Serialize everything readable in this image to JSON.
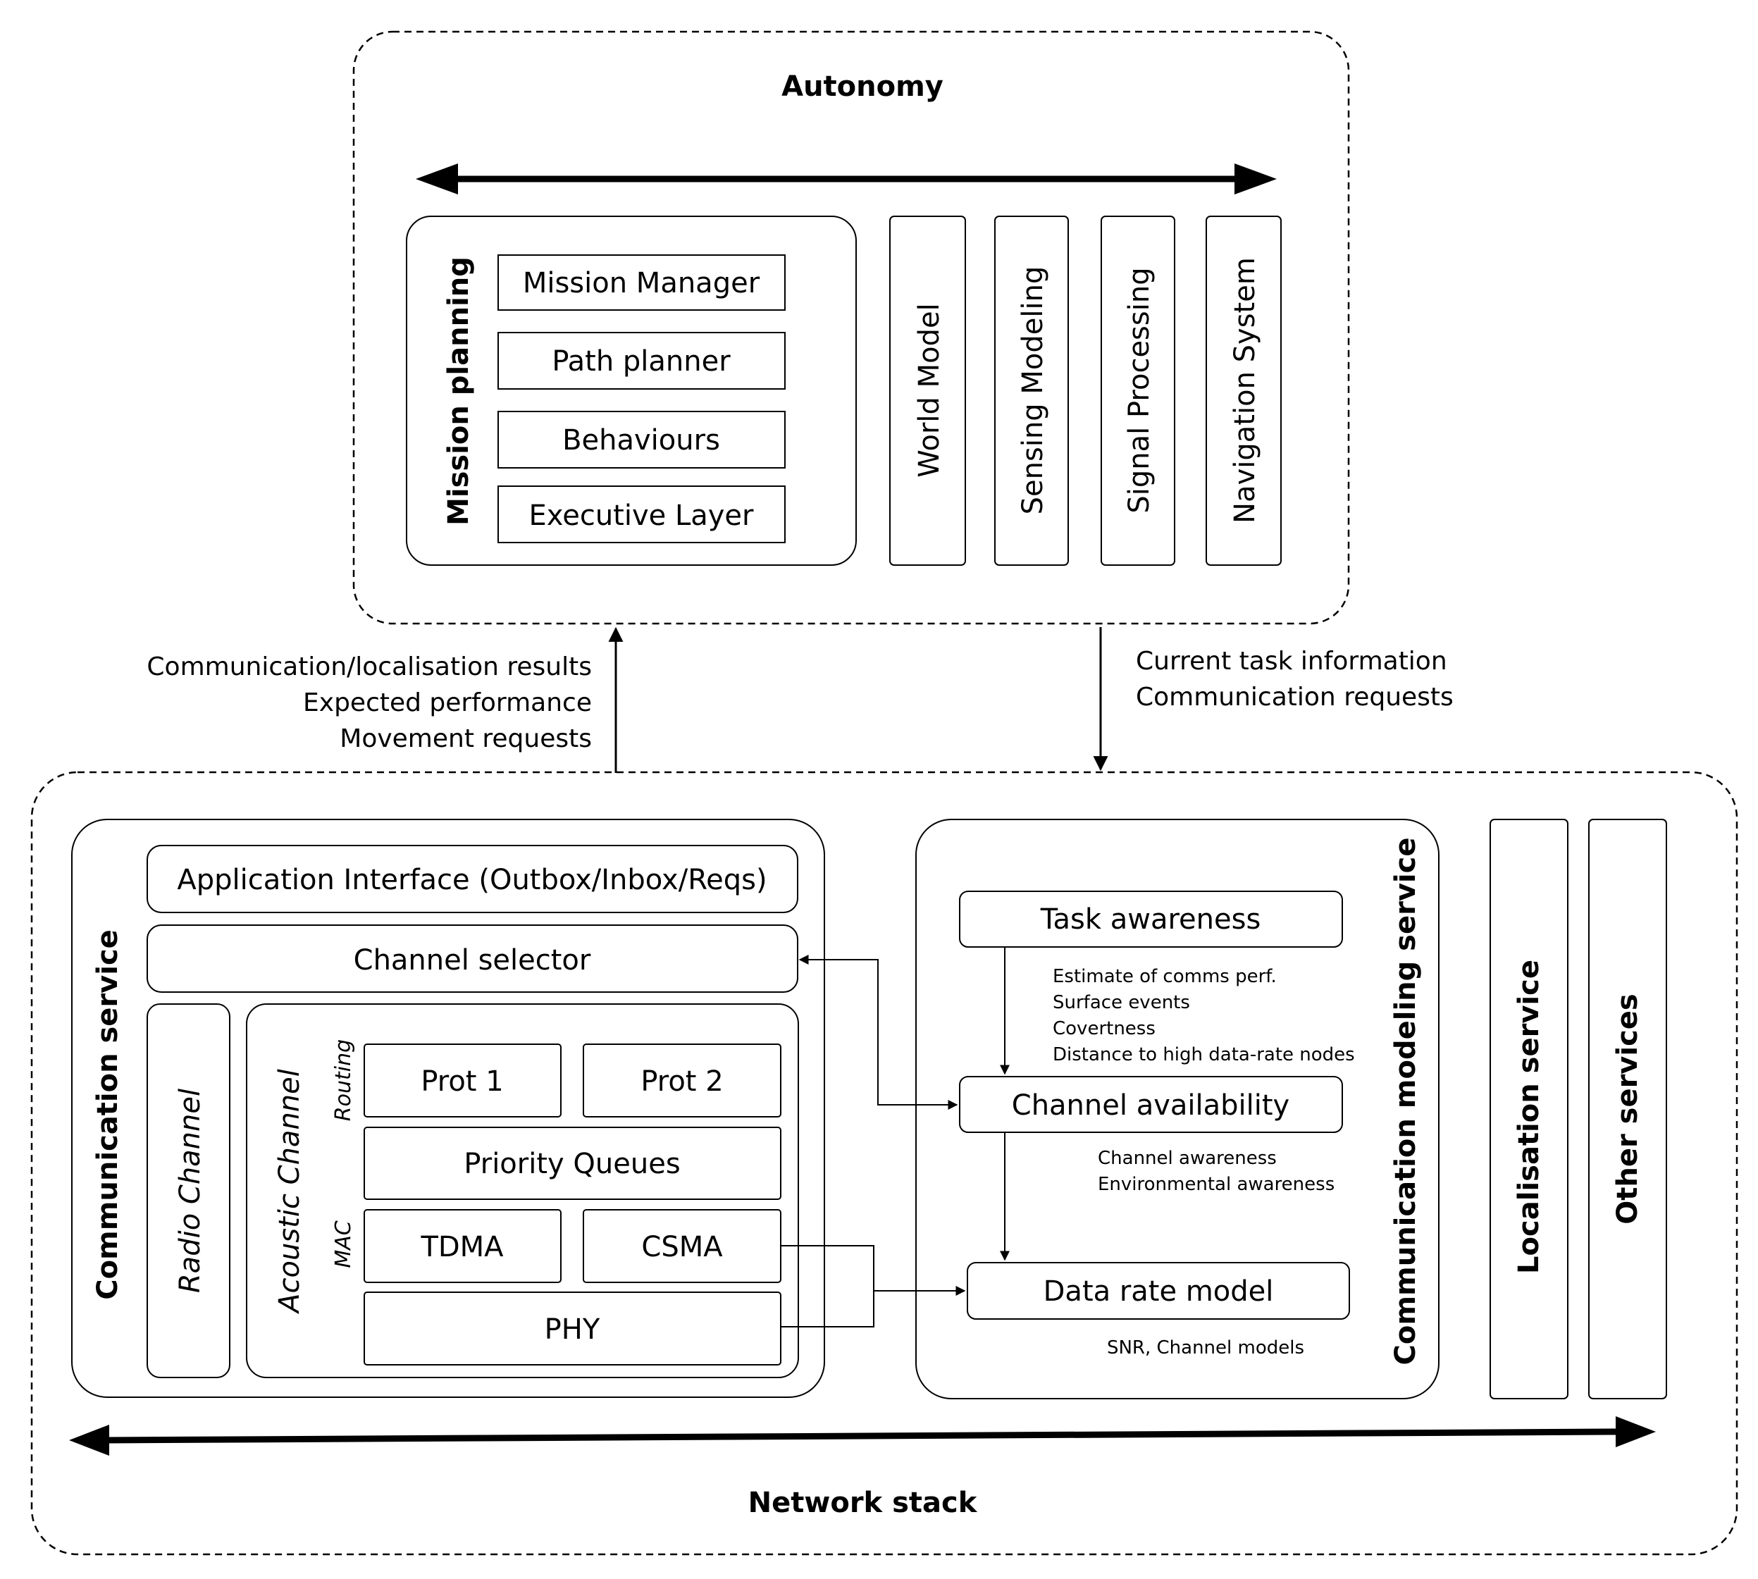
{
  "autonomy": {
    "title": "Autonomy",
    "mission_planning": {
      "title": "Mission planning",
      "items": [
        "Mission Manager",
        "Path planner",
        "Behaviours",
        "Executive Layer"
      ]
    },
    "modules": [
      "World Model",
      "Sensing Modeling",
      "Signal Processing",
      "Navigation System"
    ]
  },
  "up_flow": {
    "lines": [
      "Communication/localisation results",
      "Expected performance",
      "Movement requests"
    ]
  },
  "down_flow": {
    "lines": [
      "Current task information",
      "Communication requests"
    ]
  },
  "network_stack": {
    "title": "Network stack",
    "communication_service": {
      "title": "Communication service",
      "app_interface": "Application Interface (Outbox/Inbox/Reqs)",
      "channel_selector": "Channel selector",
      "radio_channel": "Radio Channel",
      "acoustic_channel": {
        "title": "Acoustic Channel",
        "routing_label": "Routing",
        "mac_label": "MAC",
        "prot1": "Prot 1",
        "prot2": "Prot 2",
        "priority_queues": "Priority Queues",
        "tdma": "TDMA",
        "csma": "CSMA",
        "phy": "PHY"
      }
    },
    "comm_modeling_service": {
      "title": "Communication modeling service",
      "task_awareness": "Task awareness",
      "task_notes": [
        "Estimate of comms perf.",
        "Surface events",
        "Covertness",
        "Distance to high data-rate nodes"
      ],
      "channel_availability": "Channel availability",
      "channel_notes": [
        "Channel awareness",
        "Environmental awareness"
      ],
      "data_rate_model": "Data rate model",
      "data_rate_notes": "SNR, Channel models"
    },
    "localisation_service": "Localisation service",
    "other_services": "Other services"
  }
}
